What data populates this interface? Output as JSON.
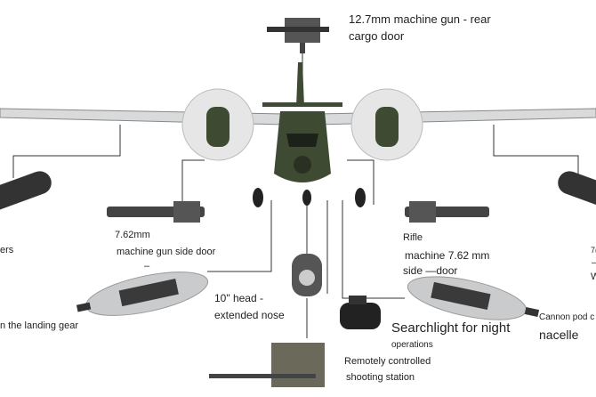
{
  "labels": {
    "rear_gun_1": "12.7mm machine gun - rear",
    "rear_gun_2": "cargo door",
    "left_mg_1": "7.62mm",
    "left_mg_2": "machine gun side door",
    "left_mg_3": "–",
    "left_edge_1": "ers",
    "left_edge_2": "n the landing gear",
    "nose_1": "10\" head -",
    "nose_2": "extended nose",
    "rifle_1": "Rifle",
    "rifle_2": "machine 7.62 mm",
    "rifle_3": "side  —door",
    "search_1": "Searchlight for night",
    "search_2": "operations",
    "remote_1": "Remotely controlled",
    "remote_2": "shooting station",
    "right_edge_1": "7(",
    "right_edge_2": "–",
    "right_edge_3": "W",
    "cannon_1": "Cannon pod c",
    "cannon_2": "nacelle"
  },
  "colors": {
    "aircraft": "#3f4a33",
    "pod": "#c9cbcd",
    "line": "#333333"
  }
}
